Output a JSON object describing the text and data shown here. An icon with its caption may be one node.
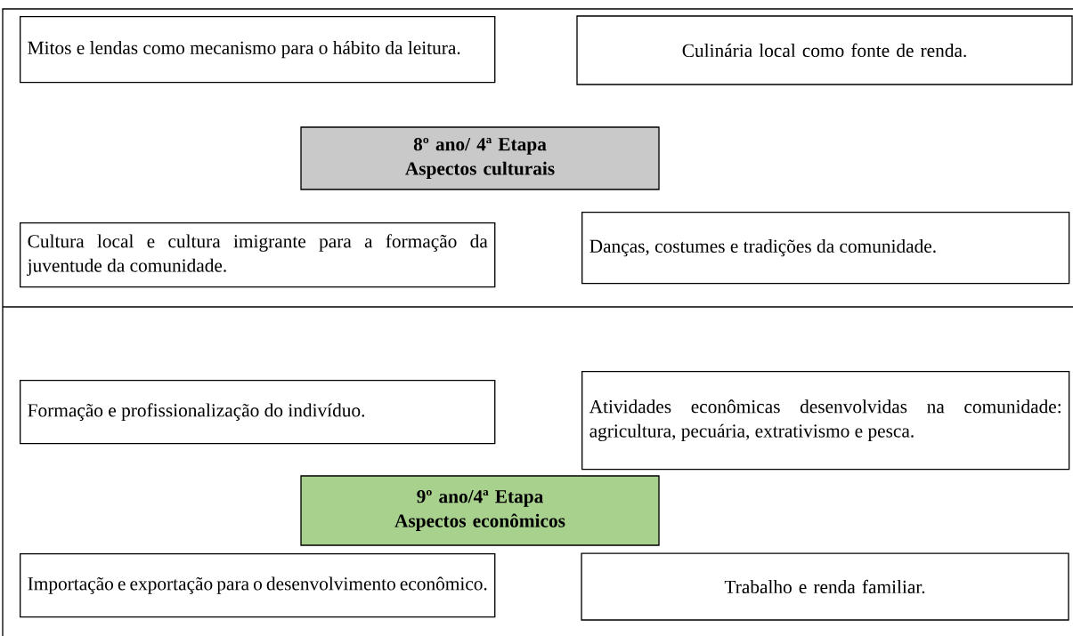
{
  "diagram": {
    "nodes": [
      {
        "text": [
          "Mitos e lendas como mecanismo para o hábito da leitura."
        ]
      },
      {
        "text": [
          "Culinária local como fonte de renda."
        ]
      },
      {
        "text": [
          "8º ano/ 4ª Etapa",
          "Aspectos culturais"
        ]
      },
      {
        "text": [
          "Cultura local e cultura imigrante para a formação da juventude da comunidade."
        ]
      },
      {
        "text": [
          "Danças, costumes e tradições da comunidade."
        ]
      },
      {
        "text": [
          "Formação e profissionalização do indivíduo."
        ]
      },
      {
        "text": [
          "Atividades econômicas desenvolvidas na comunidade: agricultura, pecuária, extrativismo e pesca."
        ]
      },
      {
        "text": [
          "9º ano/4ª Etapa",
          "Aspectos econômicos"
        ]
      },
      {
        "text": [
          "Importação e exportação para o desenvolvimento econômico."
        ]
      },
      {
        "text": [
          "Trabalho e renda familiar."
        ]
      }
    ]
  }
}
